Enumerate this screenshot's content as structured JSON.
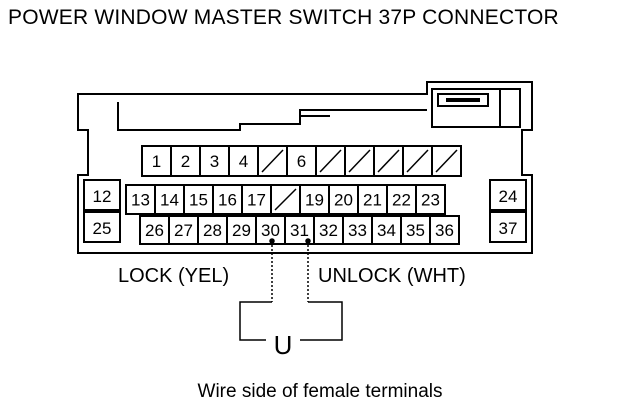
{
  "title": "POWER WINDOW MASTER SWITCH 37P CONNECTOR",
  "labels": {
    "lock": "LOCK (YEL)",
    "unlock": "UNLOCK (WHT)",
    "meter_symbol": "U"
  },
  "caption": "Wire side of female terminals",
  "pins": {
    "row1": [
      "1",
      "2",
      "3",
      "4",
      "",
      "6",
      "",
      "",
      "",
      "",
      ""
    ],
    "row2": [
      "13",
      "14",
      "15",
      "16",
      "17",
      "",
      "19",
      "20",
      "21",
      "22",
      "23"
    ],
    "row3": [
      "26",
      "27",
      "28",
      "29",
      "30",
      "31",
      "32",
      "33",
      "34",
      "35",
      "36"
    ],
    "left": [
      "12",
      "25"
    ],
    "right": [
      "24",
      "37"
    ]
  }
}
